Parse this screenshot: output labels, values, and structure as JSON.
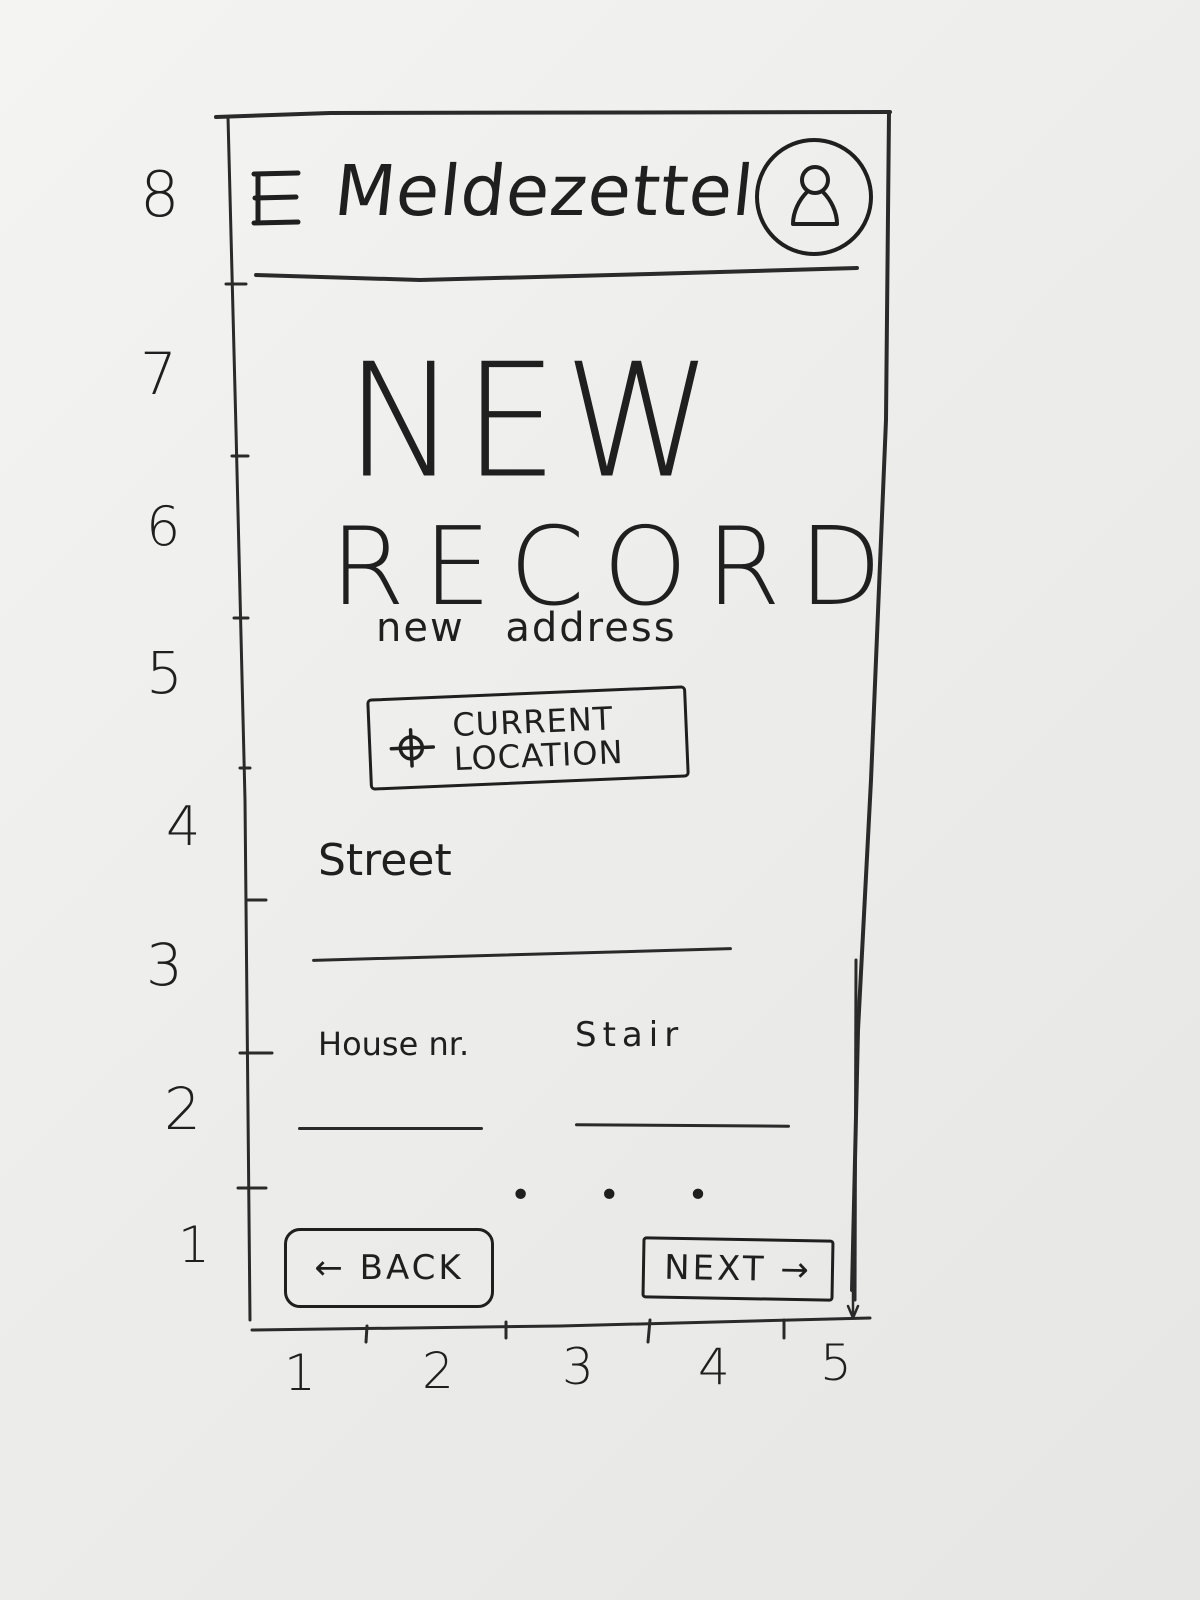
{
  "header": {
    "menu_icon": "hamburger-menu-icon",
    "title": "Meldezettel",
    "avatar_icon": "user-avatar-icon"
  },
  "main": {
    "heading_line1": "NEW",
    "heading_line2": "RECORD",
    "subheading": "new address",
    "location_button": {
      "icon": "crosshair-icon",
      "label": "CURRENT LOCATION"
    },
    "fields": {
      "street_label": "Street",
      "house_label": "House nr.",
      "stair_label": "Stair"
    },
    "more_indicator": "• • •"
  },
  "footer": {
    "back_label": "← BACK",
    "next_label": "NEXT →"
  },
  "grid_labels": {
    "rows": [
      "8",
      "7",
      "6",
      "5",
      "4",
      "3",
      "2",
      "1"
    ],
    "columns": [
      "1",
      "2",
      "3",
      "4",
      "5"
    ]
  },
  "colors": {
    "ink": "#1f1f1f",
    "whiteboard": "#eeeeec"
  }
}
